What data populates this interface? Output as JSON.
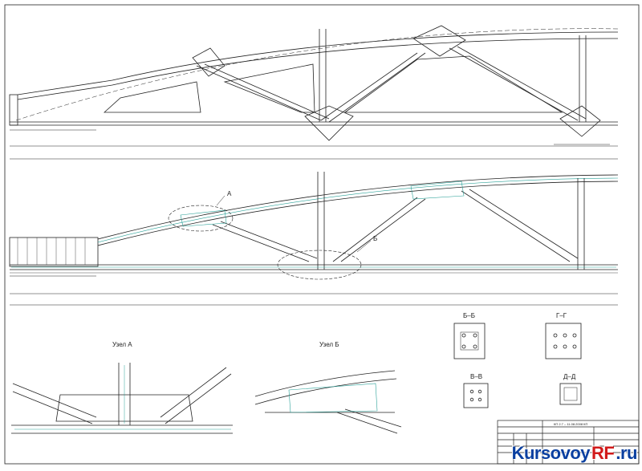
{
  "drawing": {
    "top_view_title": "",
    "elevation_top_dim": "",
    "elevation_dims": [
      "",
      "",
      ""
    ],
    "section_labels": [
      "Б–Б",
      "Г–Г",
      "В–В",
      "Д–Д"
    ],
    "detail_labels": [
      "Узел А",
      "Узел Б"
    ],
    "callout_labels": [
      "А",
      "Б"
    ],
    "stamp_code": "КП 2.7 – 11.08.2008 КП"
  },
  "watermark": {
    "prefix": "Kursovoy",
    "accent": "RF",
    "suffix": ".ru"
  },
  "colors": {
    "line": "#222222",
    "rebar": "#2aa198",
    "watermark_blue": "#0a3fa0",
    "watermark_red": "#d11a1a"
  }
}
